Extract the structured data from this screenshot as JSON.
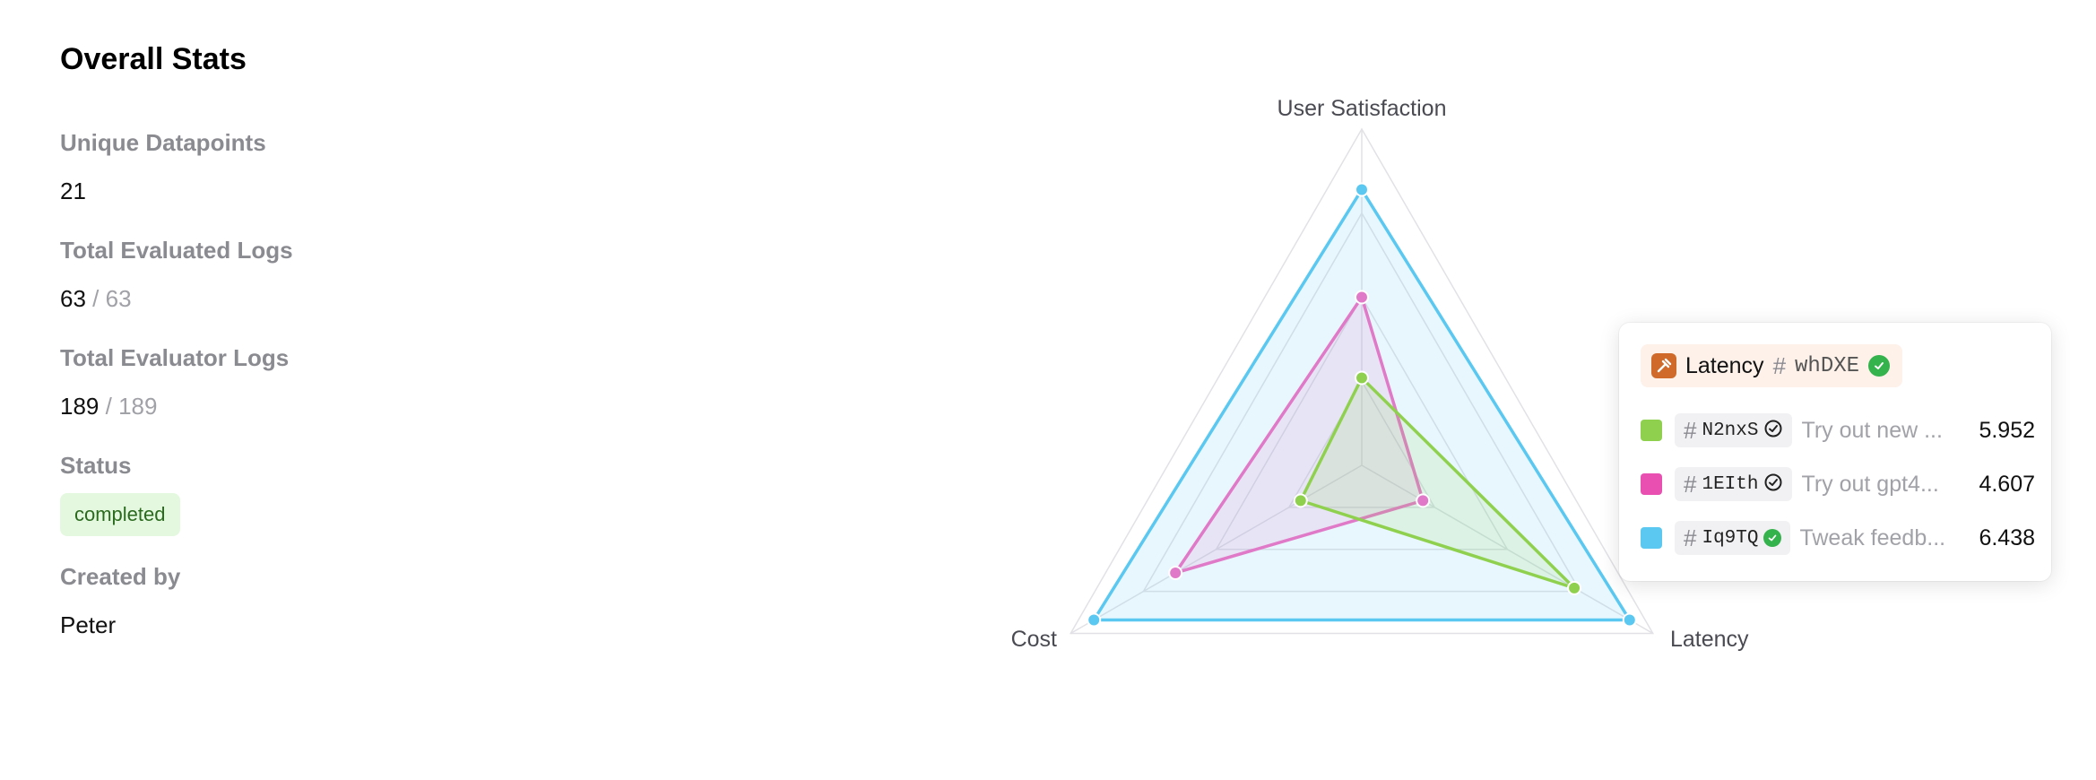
{
  "title": "Overall Stats",
  "stats": {
    "unique_datapoints": {
      "label": "Unique Datapoints",
      "value": "21"
    },
    "total_evaluated_logs": {
      "label": "Total Evaluated Logs",
      "value": "63",
      "total": "/ 63"
    },
    "total_evaluator_logs": {
      "label": "Total Evaluator Logs",
      "value": "189",
      "total": "/ 189"
    },
    "status": {
      "label": "Status",
      "value": "completed"
    },
    "created_by": {
      "label": "Created by",
      "value": "Peter"
    }
  },
  "chart_data": {
    "type": "radar",
    "axes": [
      "User Satisfaction",
      "Latency",
      "Cost"
    ],
    "rmax": 1,
    "series": [
      {
        "id": "N2nxS",
        "color": "#8fd14f",
        "values": [
          0.26,
          0.73,
          0.21
        ]
      },
      {
        "id": "1EIth",
        "color": "#e07ac8",
        "values": [
          0.5,
          0.21,
          0.64
        ]
      },
      {
        "id": "Iq9TQ",
        "color": "#5ac8f0",
        "values": [
          0.82,
          0.92,
          0.92
        ]
      }
    ]
  },
  "tooltip": {
    "metric": "Latency",
    "id": "whDXE",
    "rows": [
      {
        "id": "N2nxS",
        "desc": "Try out new ...",
        "value": "5.952",
        "color": "#8fd14f",
        "check": "outline"
      },
      {
        "id": "1EIth",
        "desc": "Try out gpt4...",
        "value": "4.607",
        "color": "#e84fb0",
        "check": "outline"
      },
      {
        "id": "Iq9TQ",
        "desc": "Tweak feedb...",
        "value": "6.438",
        "color": "#5ac8f0",
        "check": "green"
      }
    ]
  }
}
